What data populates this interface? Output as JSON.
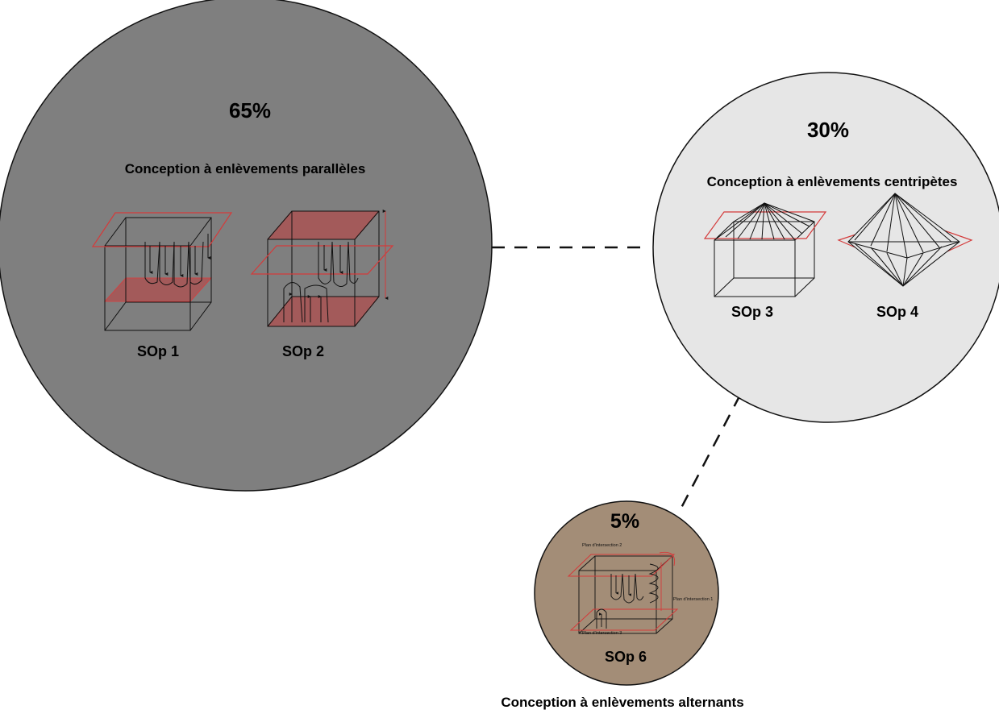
{
  "groups": [
    {
      "percent": "65%",
      "title": "Conception à enlèvements parallèles",
      "fill": "#7f7f7f",
      "schemas": [
        "SOp 1",
        "SOp 2"
      ]
    },
    {
      "percent": "30%",
      "title": "Conception à enlèvements centripètes",
      "fill": "#e6e6e6",
      "schemas": [
        "SOp 3",
        "SOp 4"
      ]
    },
    {
      "percent": "5%",
      "title": "Conception à enlèvements alternants",
      "fill": "#a38d77",
      "schemas": [
        "SOp 6"
      ],
      "plane_labels": [
        "Plan d'intersection 2",
        "Plan d'intersection 1",
        "Plan d'intersection 3"
      ]
    }
  ],
  "colors": {
    "plane_outline": "#d43a3a",
    "plane_fill": "#a35a5a",
    "line": "#111111"
  }
}
